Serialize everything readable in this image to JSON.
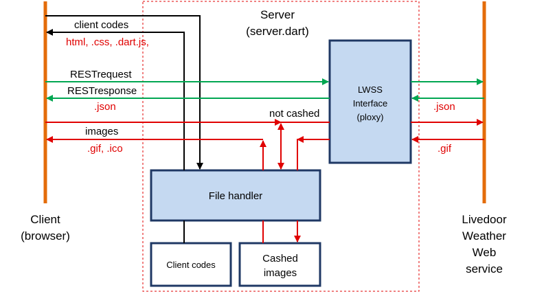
{
  "actors": {
    "client": {
      "line1": "Client",
      "line2": "(browser)"
    },
    "livedoor": {
      "line1": "Livedoor",
      "line2": "Weather",
      "line3": "Web",
      "line4": "service"
    }
  },
  "server": {
    "title": "Server",
    "subtitle": "(server.dart)"
  },
  "boxes": {
    "lwss": {
      "line1": "LWSS",
      "line2": "Interface",
      "line3": "(ploxy)"
    },
    "file_handler": {
      "label": "File handler"
    },
    "client_codes": {
      "label": "Client codes"
    },
    "cashed_images": {
      "line1": "Cashed",
      "line2": "images"
    }
  },
  "flows": {
    "client_codes": "client codes",
    "client_codes_types": "html, .css, .dart.js,",
    "rest_request": "RESTrequest",
    "rest_response": "RESTresponse",
    "json_left": ".json",
    "json_right": ".json",
    "not_cashed": "not cashed",
    "images": "images",
    "images_types": ".gif, .ico",
    "gif_right": ".gif"
  },
  "colors": {
    "lifeline": "#e46c0a",
    "box_fill": "#c5d9f1",
    "box_stroke": "#1f3864",
    "black_flow": "#000000",
    "green_flow": "#00a651",
    "red_flow": "#e00000",
    "server_border": "#e00000"
  }
}
